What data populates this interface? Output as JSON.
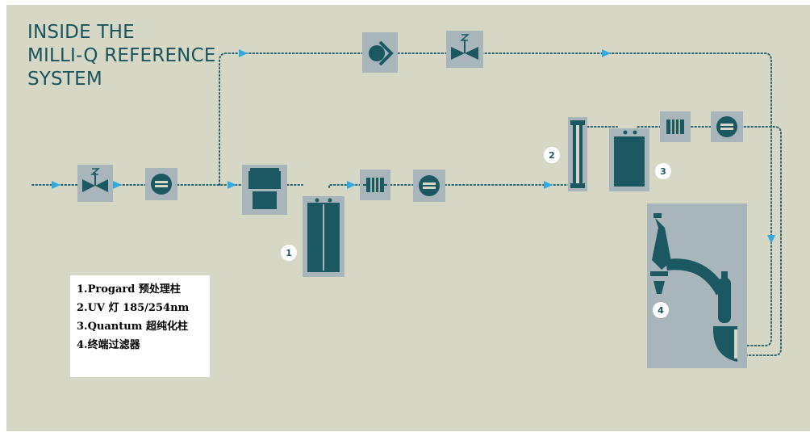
{
  "title": {
    "line1": "INSIDE THE",
    "line2": "MILLI-Q REFERENCE",
    "line3": "SYSTEM"
  },
  "legend": {
    "items": [
      "1.Progard 预处理柱",
      "2.UV 灯 185/254nm",
      "3.Quantum 超纯化柱",
      "4.终端过滤器"
    ]
  },
  "markers": {
    "m1": "1",
    "m2": "2",
    "m3": "3",
    "m4": "4"
  },
  "colors": {
    "background": "#d6d7c5",
    "component_box": "#a8b6bb",
    "component_dark": "#1b5862",
    "flow_line": "#2a6470",
    "arrow": "#33a9df",
    "title": "#19545e"
  },
  "icons": [
    "valve-icon",
    "flow-sensor-icon",
    "pump-icon",
    "pretreatment-unit-icon",
    "progard-cartridge-icon",
    "uv-lamp-icon",
    "quantum-cartridge-icon",
    "filter-icon",
    "dispenser-icon"
  ]
}
